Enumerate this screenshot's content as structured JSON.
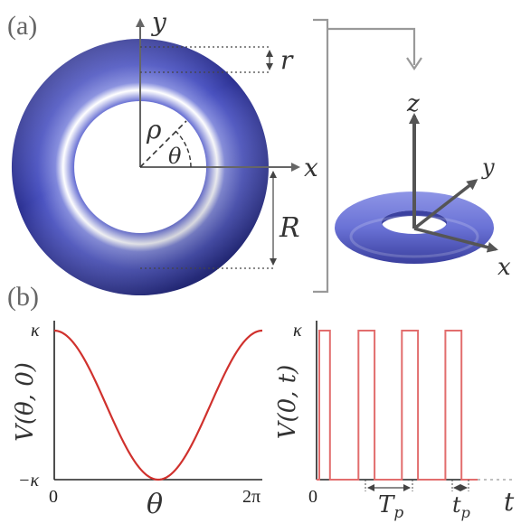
{
  "panel_a": {
    "label": "(a)",
    "axis_x": "x",
    "axis_y": "y",
    "symbol_r": "r",
    "symbol_rho": "ρ",
    "symbol_theta": "θ",
    "symbol_R": "R",
    "inset_axis_x": "x",
    "inset_axis_y": "y",
    "inset_axis_z": "z"
  },
  "panel_b": {
    "label": "(b)",
    "left_ylabel": "V(θ, 0)",
    "left_xlabel": "θ",
    "left_ytick_top": "κ",
    "left_ytick_bottom": "−κ",
    "left_xtick_start": "0",
    "left_xtick_end": "2π",
    "right_ylabel": "V(0, t)",
    "right_xlabel": "t",
    "right_ytick_top": "κ",
    "right_xtick_start": "0",
    "period_label": "T",
    "period_sub": "p",
    "pulse_label": "t",
    "pulse_sub": "p"
  },
  "colors": {
    "torus": "#4d56c4",
    "curve": "#d0312d",
    "pulse": "#e26d6d",
    "axis": "#555555"
  },
  "chart_data": [
    {
      "type": "line",
      "xlim": [
        0,
        6.283
      ],
      "ylim": [
        -1,
        1
      ],
      "x": [
        0,
        0.393,
        0.785,
        1.178,
        1.571,
        1.963,
        2.356,
        2.749,
        3.142,
        3.534,
        3.927,
        4.32,
        4.712,
        5.105,
        5.498,
        5.89,
        6.283
      ],
      "values": [
        1,
        0.924,
        0.707,
        0.383,
        0,
        -0.383,
        -0.707,
        -0.924,
        -1,
        -0.924,
        -0.707,
        -0.383,
        0,
        0.383,
        0.707,
        0.924,
        1
      ]
    },
    {
      "type": "line",
      "ylim": [
        0,
        1
      ],
      "xlim": [
        0,
        1
      ],
      "pulse_starts": [
        0.0,
        0.26,
        0.53,
        0.8
      ],
      "pulse_width": 0.1
    }
  ]
}
